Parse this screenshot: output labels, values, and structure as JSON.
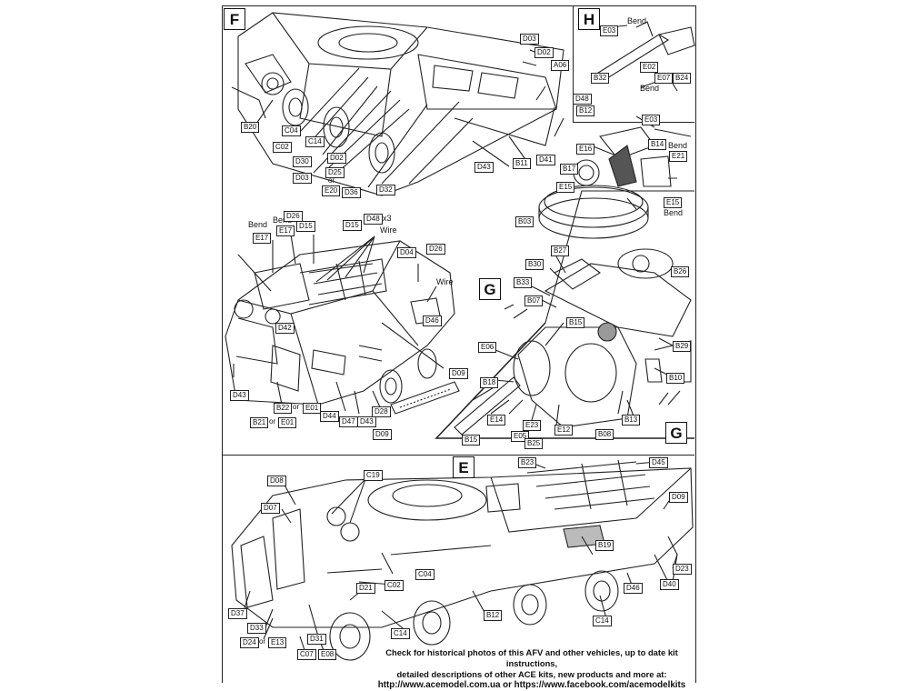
{
  "steps": {
    "f": "F",
    "h": "H",
    "g_top": "G",
    "g_bottom": "G",
    "e": "E"
  },
  "parts": {
    "b20": "B20",
    "c04a": "C04",
    "c02a": "C02",
    "c14a": "C14",
    "d30": "D30",
    "d02a": "D02",
    "d03a": "D03",
    "d25": "D25",
    "or": "or",
    "e20": "E20",
    "d36": "D36",
    "d32": "D32",
    "d03b": "D03",
    "d02b": "D02",
    "a06": "A06",
    "d48a": "D48",
    "b12a": "B12",
    "d41": "D41",
    "b11": "B11",
    "d43a": "D43",
    "e03a": "E03",
    "b32": "B32",
    "e02": "E02",
    "e07": "E07",
    "b24": "B24",
    "e03b": "E03",
    "e16": "E16",
    "b14": "B14",
    "e21": "E21",
    "b17": "B17",
    "e15a": "E15",
    "e15b": "E15",
    "b03": "B03",
    "e17a": "E17",
    "e17b": "E17",
    "d26a": "D26",
    "d15a": "D15",
    "d15b": "D15",
    "d48x3": "D48",
    "d04": "D04",
    "d26b": "D26",
    "d42": "D42",
    "d46a": "D46",
    "d09a": "D09",
    "d43b": "D43",
    "d22": "B22",
    "e01a": "E01",
    "d44": "D44",
    "d47": "D47",
    "d43c": "D43",
    "d28": "D28",
    "b21": "B21",
    "e01b": "E01",
    "d09b": "D09",
    "b27": "B27",
    "b30": "B30",
    "b26": "B26",
    "b33": "B33",
    "b07": "B07",
    "b15a": "B15",
    "e06": "E06",
    "b29": "B29",
    "b18": "B18",
    "b10": "B10",
    "e14": "E14",
    "e23": "E23",
    "e12": "E12",
    "b13": "B13",
    "e05": "E05",
    "b08": "B08",
    "b15b": "B15",
    "b25": "B25",
    "b23": "B23",
    "d45": "D45",
    "d09c": "D09",
    "d08": "D08",
    "c19": "C19",
    "d07": "D07",
    "b19": "B19",
    "c04b": "C04",
    "d23": "D23",
    "c02b": "C02",
    "d21": "D21",
    "d46b": "D46",
    "d40": "D40",
    "b12b": "B12",
    "c14b": "C14",
    "d37": "D37",
    "d33": "D33",
    "d31": "D31",
    "c14c": "C14",
    "d24": "D24",
    "e13": "E13",
    "c07": "C07",
    "e08": "E08"
  },
  "notes": {
    "bend_h1": "Bend",
    "bend_h2": "Bend",
    "bend_h3": "Bend",
    "bend_h4": "Bend",
    "bend_f1": "Bend",
    "bend_f2": "Bend",
    "wire1": "Wire",
    "wire2": "Wire",
    "x3": "x3"
  },
  "footer": {
    "line1": "Check for historical photos of this AFV and other vehicles, up to date kit instructions,",
    "line2": "detailed descriptions of other ACE kits, new products and more at:",
    "url_site": "http://www.acemodel.com.ua",
    "url_or": " or ",
    "url_fb": "https://www.facebook.com/acemodelkits"
  }
}
